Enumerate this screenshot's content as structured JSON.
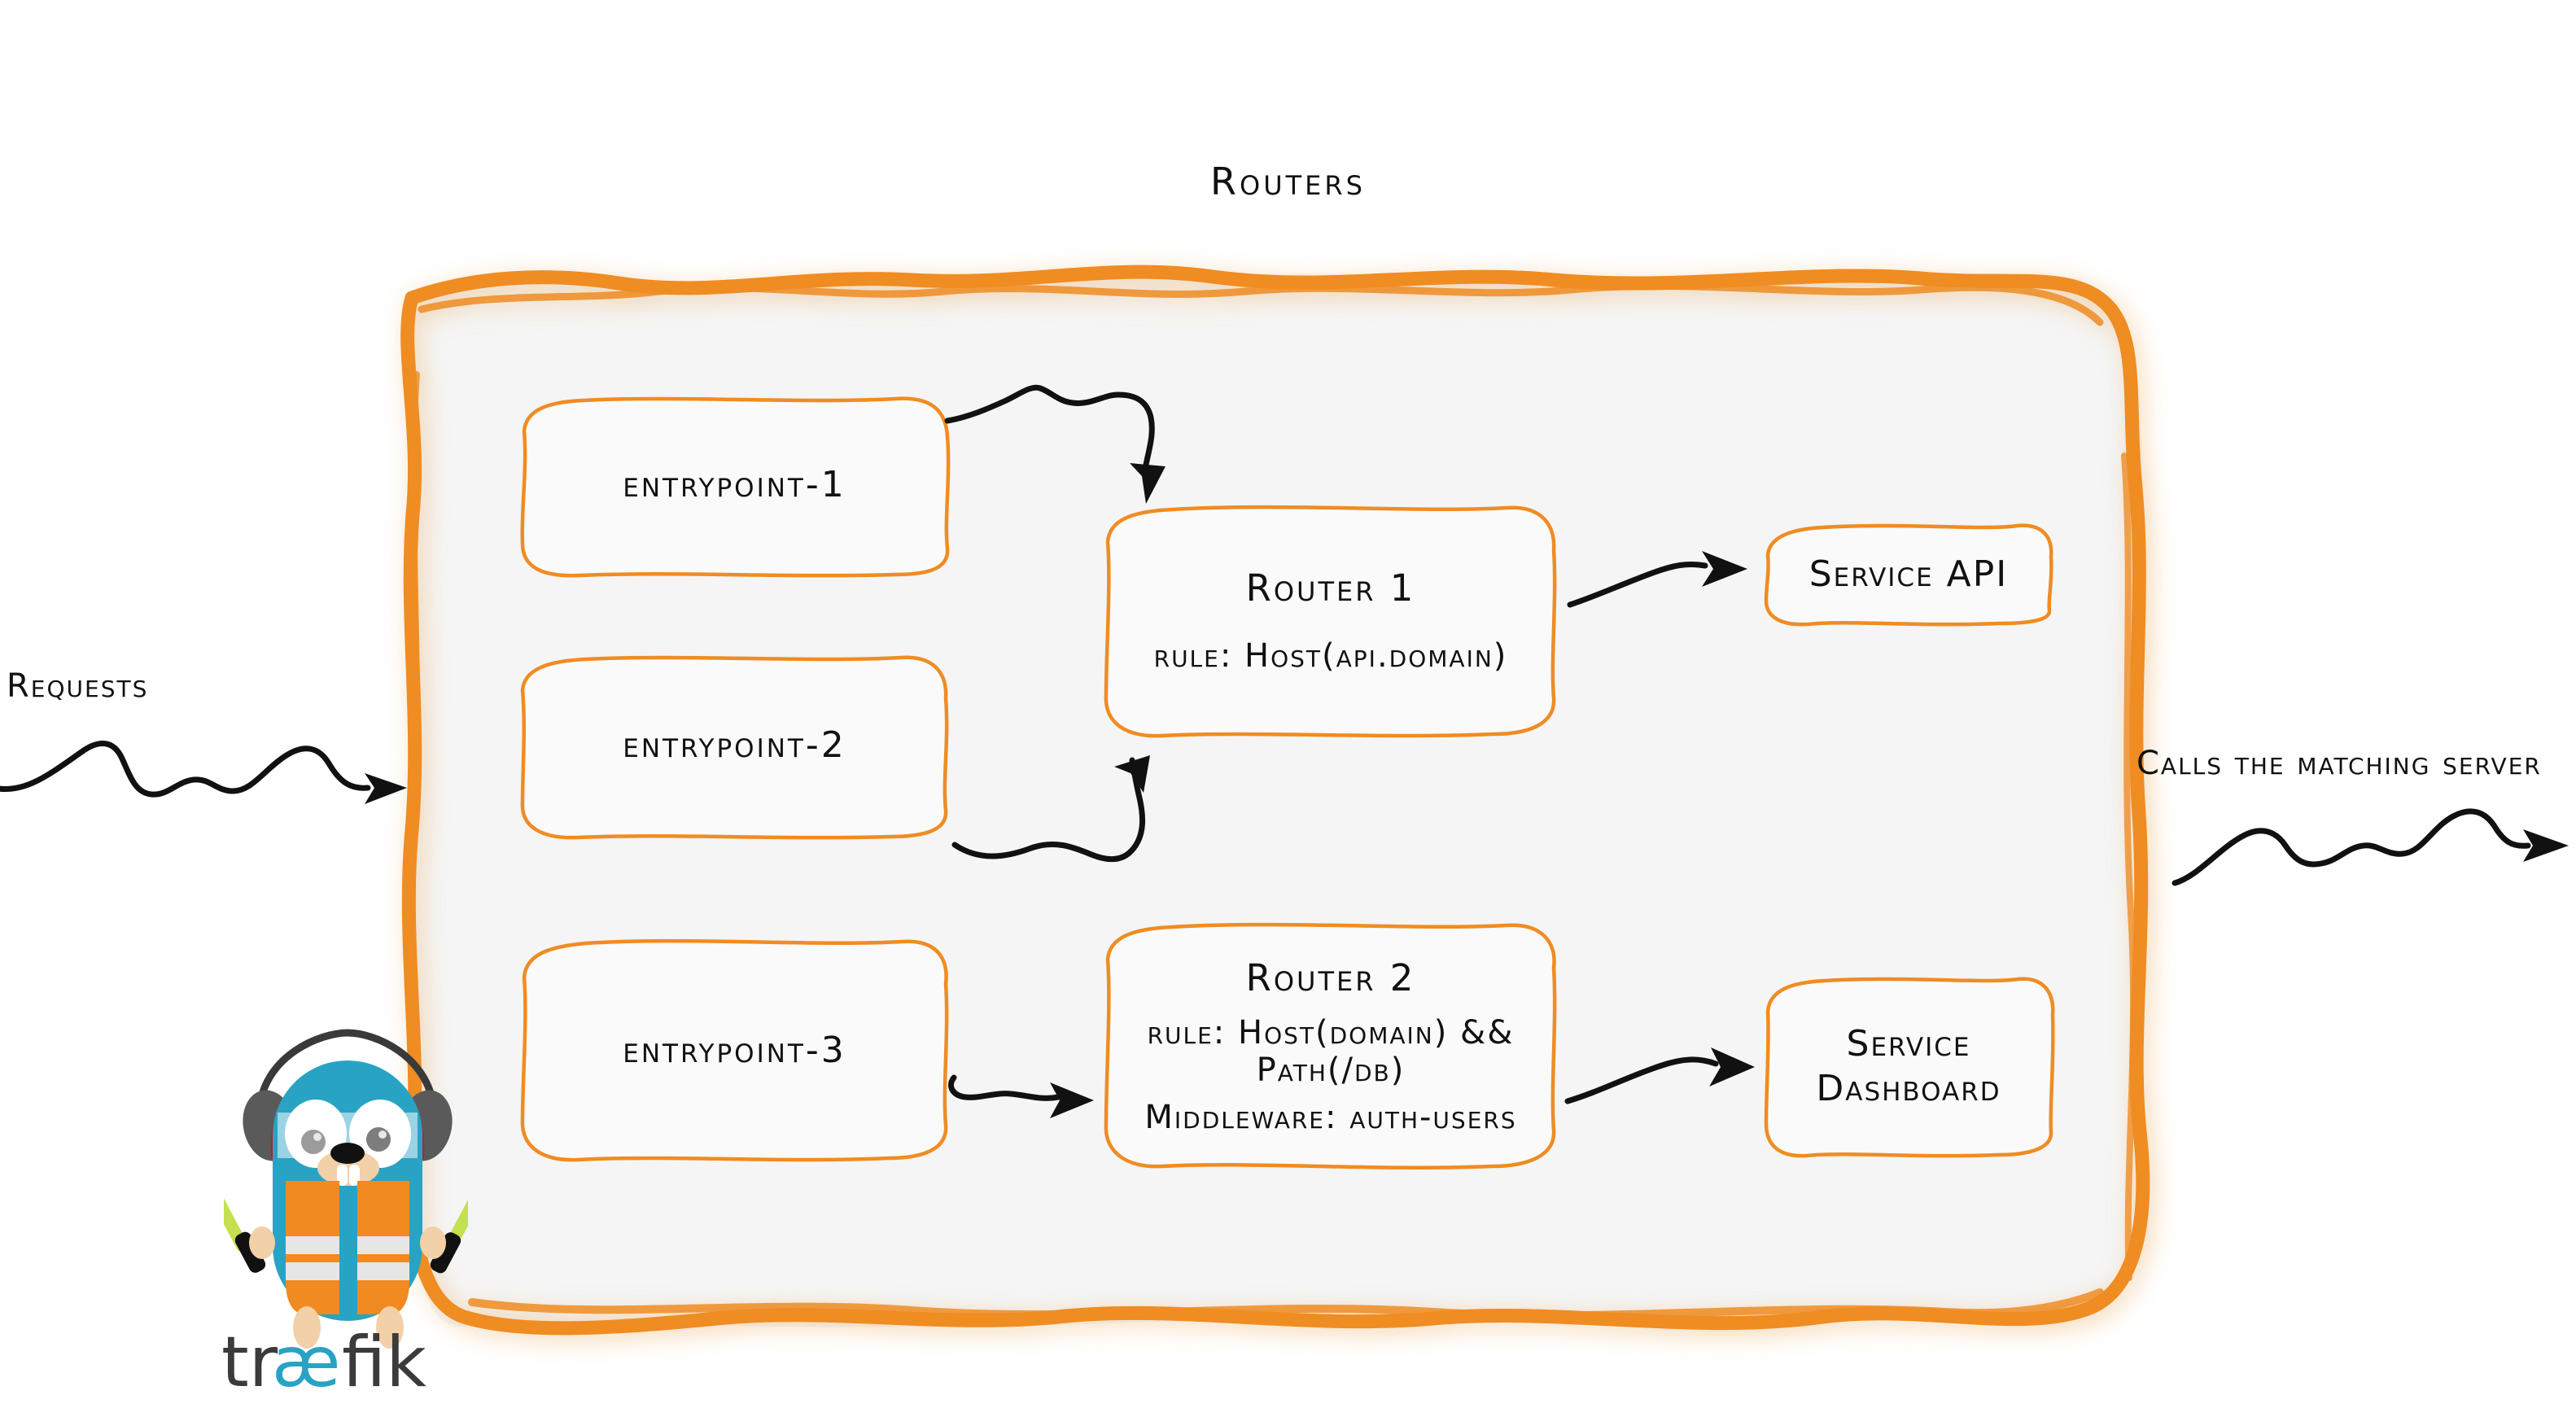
{
  "diagram": {
    "title": "Routers",
    "palette": {
      "orange": "#ef8c23",
      "panel_fill": "#f5f5f5",
      "ink": "#111111",
      "gopher_blue": "#29a3c4",
      "vest_orange": "#f08a21",
      "baton_green": "#c4e04e",
      "headphone_gray": "#5a5a5a",
      "headphone_red": "#a62a28",
      "wordmark_dark": "#3b3b3b"
    }
  },
  "labels": {
    "requests": "Requests",
    "calls_matching_server": "Calls the matching server"
  },
  "entrypoints": [
    {
      "name": "entrypoint-1"
    },
    {
      "name": "entrypoint-2"
    },
    {
      "name": "entrypoint-3"
    }
  ],
  "routers": [
    {
      "name": "Router 1",
      "rule": "rule: Host(api.domain)",
      "middleware": ""
    },
    {
      "name": "Router 2",
      "rule": "rule: Host(domain) && Path(/db)",
      "middleware": "Middleware: auth-users"
    }
  ],
  "services": [
    {
      "name": "Service API",
      "line1": "Service API",
      "line2": ""
    },
    {
      "name": "Service Dashboard",
      "line1": "Service",
      "line2": "Dashboard"
    }
  ],
  "brand": {
    "wordmark": "trfik",
    "wordmark_pre": "tr",
    "wordmark_lig": "æ",
    "wordmark_post": "fik",
    "mascot": "traefik-gopher"
  }
}
